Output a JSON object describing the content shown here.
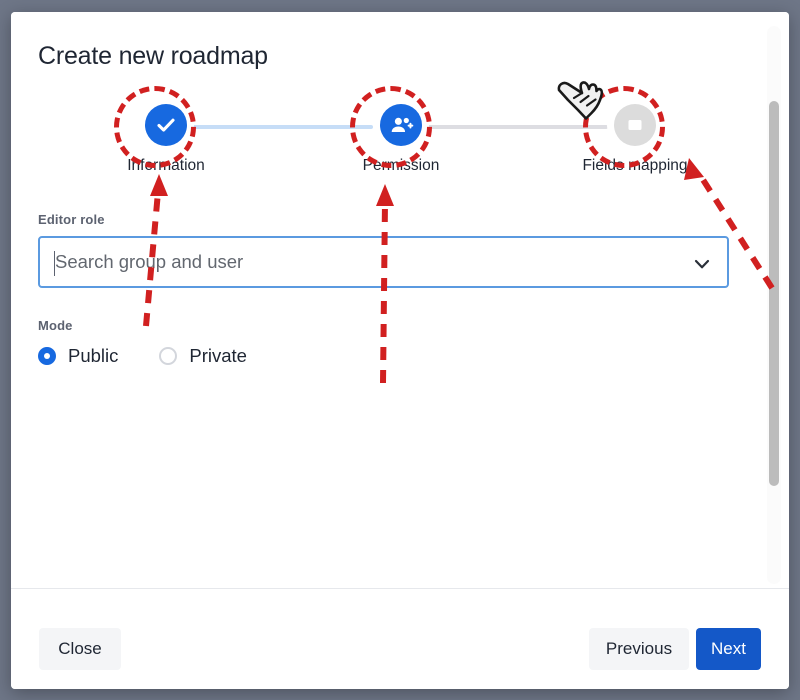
{
  "dialog": {
    "title": "Create new roadmap"
  },
  "stepper": {
    "steps": [
      {
        "label": "Information",
        "state": "done",
        "icon": "check-icon"
      },
      {
        "label": "Permission",
        "state": "active",
        "icon": "person-add-icon"
      },
      {
        "label": "Fields mapping",
        "state": "inactive",
        "icon": "rounded-square-icon"
      }
    ],
    "connectors": [
      {
        "color": "#c6ddf7"
      },
      {
        "color": "#dddde2"
      }
    ]
  },
  "form": {
    "editor_role": {
      "label": "Editor role",
      "placeholder": "Search group and user",
      "value": "",
      "chevron": "chevron-down-icon"
    },
    "mode": {
      "label": "Mode",
      "options": [
        {
          "label": "Public",
          "selected": true
        },
        {
          "label": "Private",
          "selected": false
        }
      ]
    }
  },
  "footer": {
    "close_label": "Close",
    "previous_label": "Previous",
    "next_label": "Next"
  },
  "colors": {
    "brand_blue": "#1769e0",
    "primary_button": "#1458c8",
    "annotation_red": "#d12020",
    "backdrop": "#6e7687",
    "input_border": "#5b9ae0"
  },
  "annotations": {
    "rings": [
      "Information",
      "Permission",
      "Fields mapping"
    ],
    "cursor": "hand-pointer-cursor",
    "arrows": 3
  }
}
